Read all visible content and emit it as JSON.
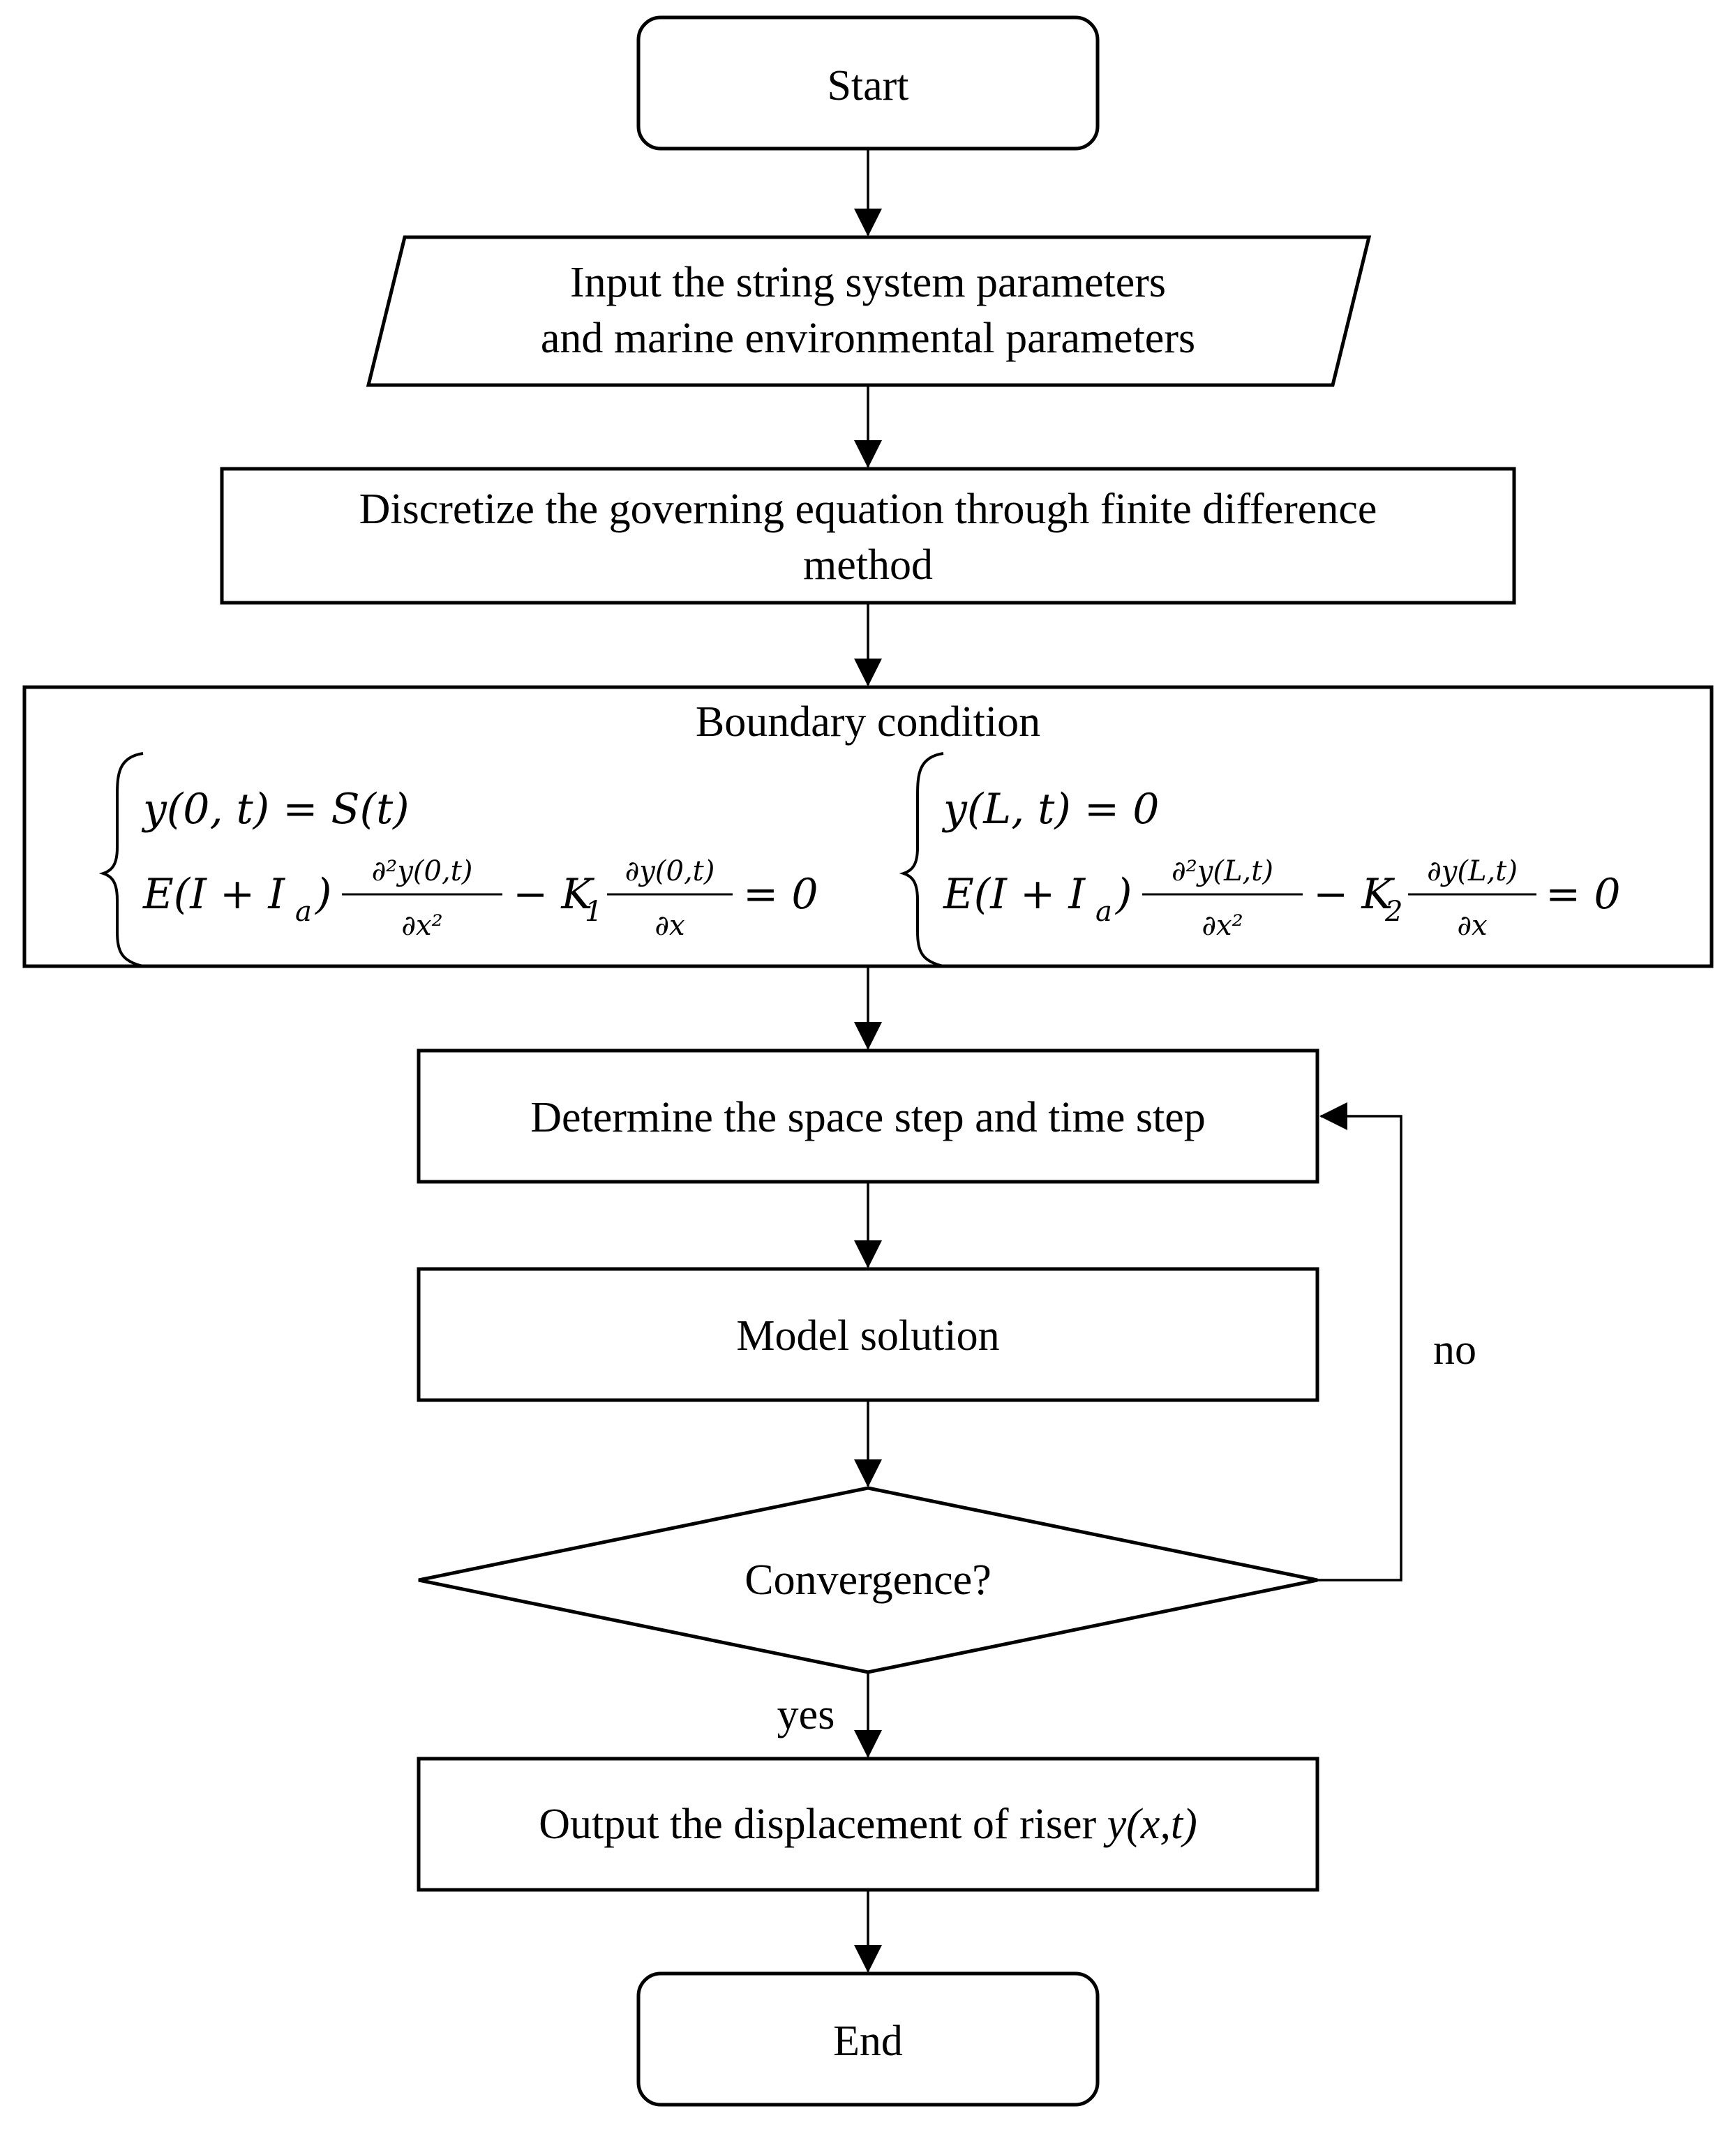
{
  "nodes": {
    "start": "Start",
    "input_line1": "Input the string system parameters",
    "input_line2": "and marine environmental parameters",
    "discretize_line1": "Discretize the governing equation through finite difference",
    "discretize_line2": "method",
    "boundary_title": "Boundary condition",
    "determine": "Determine the space step and time step",
    "model": "Model solution",
    "convergence": "Convergence?",
    "output_prefix": "Output the displacement of riser ",
    "output_var": "y(x,t)",
    "end": "End"
  },
  "edges": {
    "no": "no",
    "yes": "yes"
  },
  "equations": {
    "left_eq1": "y(0, t) = S(t)",
    "left_eq2_lhs": "E(I + I",
    "left_eq2_sub": "a",
    "left_eq2_close": ")",
    "left_frac1_num": "∂²y(0,t)",
    "left_frac1_den": "∂x²",
    "left_minus_k": "− K",
    "left_k_sub": "1",
    "left_frac2_num": "∂y(0,t)",
    "left_frac2_den": "∂x",
    "left_eq_zero": "= 0",
    "right_eq1": "y(L, t) = 0",
    "right_eq2_lhs": "E(I + I",
    "right_eq2_sub": "a",
    "right_eq2_close": ")",
    "right_frac1_num": "∂²y(L,t)",
    "right_frac1_den": "∂x²",
    "right_minus_k": "− K",
    "right_k_sub": "2",
    "right_frac2_num": "∂y(L,t)",
    "right_frac2_den": "∂x",
    "right_eq_zero": "= 0"
  }
}
